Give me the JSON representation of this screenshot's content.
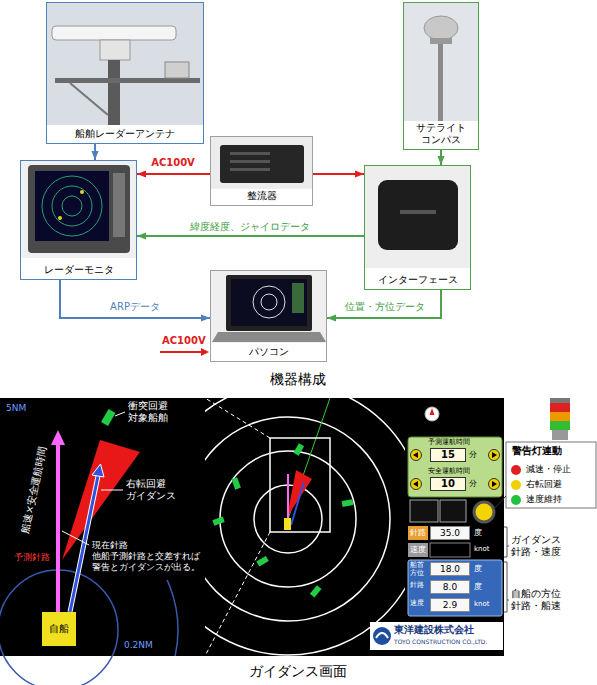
{
  "diagram": {
    "nodes": [
      {
        "text": [
          "船舶レーダーアンテナ"
        ]
      },
      {
        "text": [
          "サテライト コンパス"
        ]
      },
      {
        "text": [
          "整流器"
        ]
      },
      {
        "text": [
          "レーダーモニタ"
        ]
      },
      {
        "text": [
          "インターフェース"
        ]
      },
      {
        "text": [
          "パソコン"
        ]
      },
      {
        "text": [
          "自船"
        ]
      },
      {
        "text": [
          "予測運航時間",
          "安全運航時間"
        ]
      },
      {
        "text": [
          "15"
        ],
        "in": 7
      },
      {
        "text": [
          "10"
        ],
        "in": 7
      },
      {
        "text": [
          "針路"
        ]
      },
      {
        "text": [
          "35.0"
        ]
      },
      {
        "text": [
          "速度"
        ]
      },
      {
        "text": [
          "船首方位",
          "針路",
          "速度"
        ]
      },
      {
        "text": [
          "18.0"
        ],
        "in": 13
      },
      {
        "text": [
          "8.0"
        ],
        "in": 13
      },
      {
        "text": [
          "2.9"
        ],
        "in": 13
      },
      {
        "text": [
          "東洋建設株式会社",
          "TOYO CONSTRUCTION CO.,LTD."
        ]
      },
      {
        "text": [
          "警告灯連動",
          "減速・停止",
          "右転回避",
          "速度維持"
        ]
      }
    ],
    "edges": [
      {
        "from": 0,
        "to": 3,
        "arrow": "to"
      },
      {
        "from": 1,
        "to": 4,
        "arrow": "to"
      },
      {
        "from": 2,
        "to": 3,
        "arrow": "to",
        "label": "AC100V"
      },
      {
        "from": 2,
        "to": 4,
        "arrow": "to"
      },
      {
        "from": 4,
        "to": 3,
        "arrow": "to",
        "label": "緯度経度、ジャイロデータ"
      },
      {
        "from": 3,
        "to": 5,
        "arrow": "to",
        "label": "ARPデータ"
      },
      {
        "from": 4,
        "to": 5,
        "arrow": "to",
        "label": "位置・方位データ"
      }
    ],
    "labels": [
      "機器構成",
      "AC100V",
      "衝突回避 対象船舶",
      "右転回避 ガイダンス",
      "現在針路 他船予測針路と交差すれば 警告とガイダンスが出る。",
      "予測針路",
      "船速×安全運航時間",
      "5NM",
      "0.2NM",
      "分",
      "分",
      "度",
      "knot",
      "度",
      "度",
      "knot",
      "ガイダンス 針路・速度",
      "自船の方位 針路・船速",
      "ガイダンス画面"
    ]
  }
}
